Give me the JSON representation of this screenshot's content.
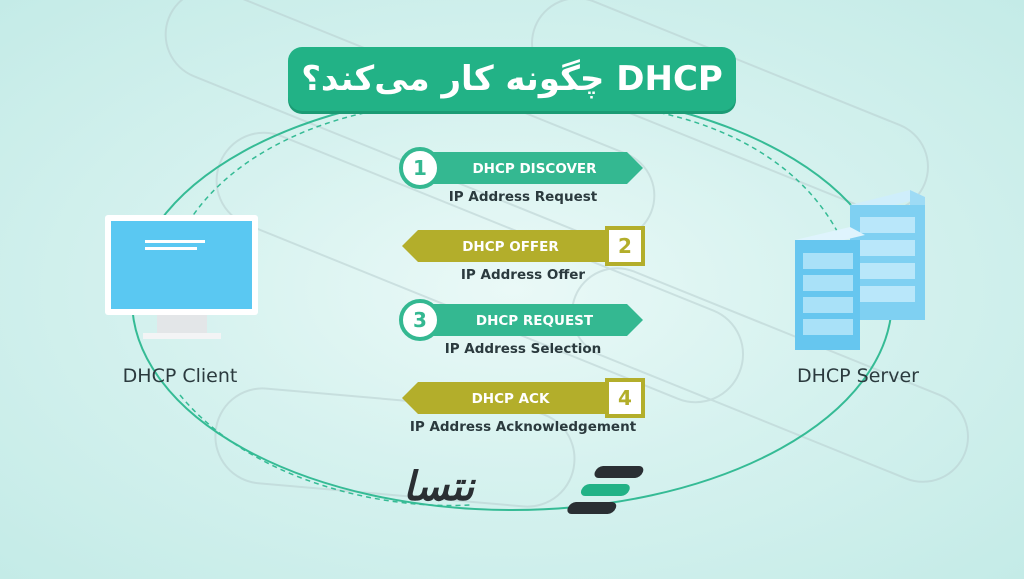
{
  "title": "DHCP چگونه کار می‌کند؟",
  "client": {
    "label": "DHCP Client"
  },
  "server": {
    "label": "DHCP Server"
  },
  "steps": [
    {
      "number": "1",
      "name": "DHCP DISCOVER",
      "caption": "IP Address Request",
      "direction": "right",
      "color": "#34b891"
    },
    {
      "number": "2",
      "name": "DHCP OFFER",
      "caption": "IP Address Offer",
      "direction": "left",
      "color": "#b3ae2b"
    },
    {
      "number": "3",
      "name": "DHCP REQUEST",
      "caption": "IP Address Selection",
      "direction": "right",
      "color": "#34b891"
    },
    {
      "number": "4",
      "name": "DHCP ACK",
      "caption": "IP Address Acknowledgement",
      "direction": "left",
      "color": "#b3ae2b"
    }
  ],
  "colors": {
    "primary": "#22b286",
    "accent": "#b3ae2b",
    "monitor": "#5ac8f2",
    "server": "#7fd0f2"
  },
  "logo": {
    "text": "نتسا"
  }
}
